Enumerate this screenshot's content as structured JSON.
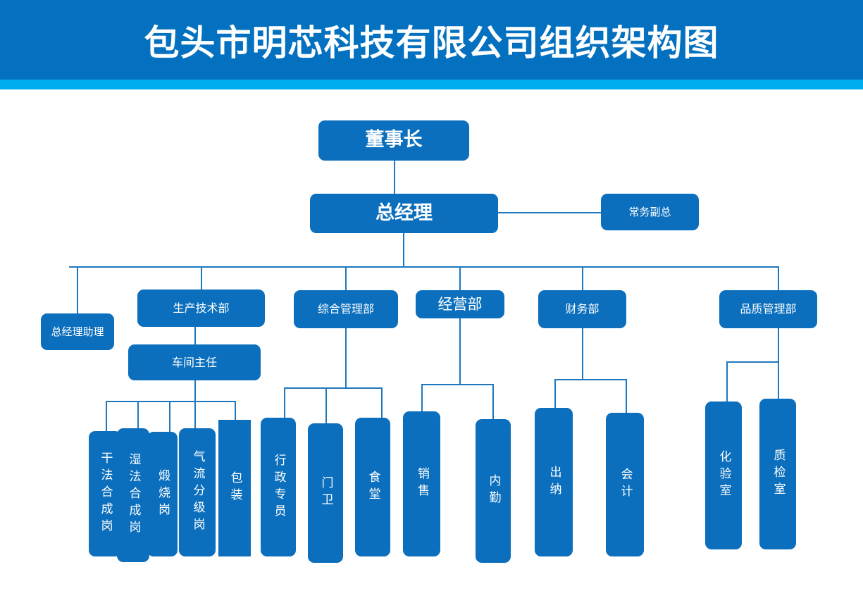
{
  "header": {
    "title": "包头市明芯科技有限公司组织架构图",
    "band_color": "#0371c0",
    "stripe_color": "#00adee",
    "title_color": "#ffffff"
  },
  "theme": {
    "node_fill": "#0b6fbd",
    "node_text": "#ffffff",
    "connector": "#1f77bd",
    "background": "#ffffff"
  },
  "chart_data": {
    "type": "diagram",
    "title": "包头市明芯科技有限公司组织架构图",
    "subtype": "organization-chart",
    "levels": 4,
    "nodes": [
      {
        "id": "chairman",
        "label": "董事长",
        "level": 0,
        "parent": null
      },
      {
        "id": "gm",
        "label": "总经理",
        "level": 1,
        "parent": "chairman"
      },
      {
        "id": "vp",
        "label": "常务副总",
        "level": 1,
        "parent": "gm",
        "relation": "staff-right"
      },
      {
        "id": "gm_asst",
        "label": "总经理助理",
        "level": 2,
        "parent": "gm",
        "relation": "staff-left"
      },
      {
        "id": "prod",
        "label": "生产技术部",
        "level": 2,
        "parent": "gm"
      },
      {
        "id": "admin",
        "label": "综合管理部",
        "level": 2,
        "parent": "gm"
      },
      {
        "id": "biz",
        "label": "经营部",
        "level": 2,
        "parent": "gm"
      },
      {
        "id": "finance",
        "label": "财务部",
        "level": 2,
        "parent": "gm"
      },
      {
        "id": "quality",
        "label": "品质管理部",
        "level": 2,
        "parent": "gm"
      },
      {
        "id": "workshop",
        "label": "车间主任",
        "level": 3,
        "parent": "prod"
      },
      {
        "id": "dry",
        "label": "干法合成岗",
        "level": 4,
        "parent": "workshop"
      },
      {
        "id": "wet",
        "label": "湿法合成岗",
        "level": 4,
        "parent": "workshop"
      },
      {
        "id": "calcine",
        "label": "煅烧岗",
        "level": 4,
        "parent": "workshop"
      },
      {
        "id": "airclass",
        "label": "气流分级岗",
        "level": 4,
        "parent": "workshop"
      },
      {
        "id": "packing",
        "label": "包装",
        "level": 4,
        "parent": "workshop"
      },
      {
        "id": "admin_spec",
        "label": "行政专员",
        "level": 3,
        "parent": "admin"
      },
      {
        "id": "guard",
        "label": "门卫",
        "level": 3,
        "parent": "admin"
      },
      {
        "id": "canteen",
        "label": "食堂",
        "level": 3,
        "parent": "admin"
      },
      {
        "id": "sales",
        "label": "销售",
        "level": 3,
        "parent": "biz"
      },
      {
        "id": "inside",
        "label": "内勤",
        "level": 3,
        "parent": "biz"
      },
      {
        "id": "cashier",
        "label": "出纳",
        "level": 3,
        "parent": "finance"
      },
      {
        "id": "accountant",
        "label": "会计",
        "level": 3,
        "parent": "finance"
      },
      {
        "id": "lab",
        "label": "化验室",
        "level": 3,
        "parent": "quality"
      },
      {
        "id": "inspect",
        "label": "质检室",
        "level": 3,
        "parent": "quality"
      }
    ]
  },
  "org": {
    "chairman": "董事长",
    "general_manager": "总经理",
    "executive_vp": "常务副总",
    "gm_assistant": "总经理助理",
    "departments": {
      "production": "生产技术部",
      "admin": "综合管理部",
      "business": "经营部",
      "finance": "财务部",
      "quality": "品质管理部"
    },
    "workshop_director": "车间主任",
    "production_posts": {
      "dry": "干法合成岗",
      "wet": "湿法合成岗",
      "calcine": "煅烧岗",
      "air_classify": "气流分级岗",
      "packing": "包装"
    },
    "admin_posts": {
      "specialist": "行政专员",
      "guard": "门卫",
      "canteen": "食堂"
    },
    "business_posts": {
      "sales": "销售",
      "inside": "内勤"
    },
    "finance_posts": {
      "cashier": "出纳",
      "accountant": "会计"
    },
    "quality_posts": {
      "lab": "化验室",
      "inspection": "质检室"
    }
  }
}
